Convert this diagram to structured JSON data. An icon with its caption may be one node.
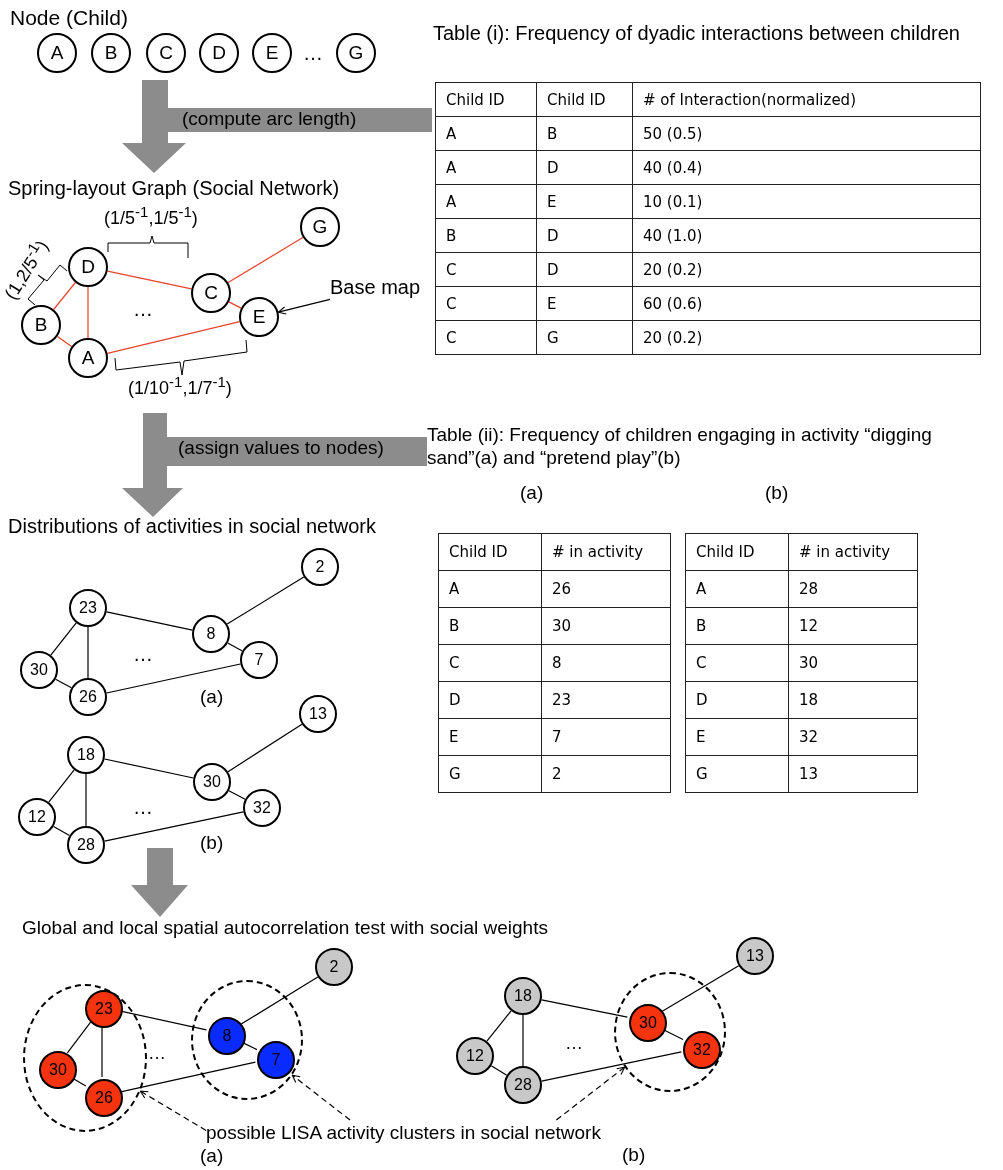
{
  "diagram": {
    "nodes": [
      {
        "text": [
          "A"
        ]
      },
      {
        "text": [
          "B"
        ]
      },
      {
        "text": [
          "C"
        ]
      },
      {
        "text": [
          "D"
        ]
      },
      {
        "text": [
          "E"
        ]
      },
      {
        "text": [
          "G"
        ]
      },
      {
        "text": [
          "D"
        ]
      },
      {
        "text": [
          "B"
        ]
      },
      {
        "text": [
          "A"
        ]
      },
      {
        "text": [
          "C"
        ]
      },
      {
        "text": [
          "E"
        ]
      },
      {
        "text": [
          "G"
        ]
      },
      {
        "text": [
          "Base map"
        ]
      },
      {
        "text": [
          "23"
        ]
      },
      {
        "text": [
          "30"
        ]
      },
      {
        "text": [
          "26"
        ]
      },
      {
        "text": [
          "8"
        ]
      },
      {
        "text": [
          "7"
        ]
      },
      {
        "text": [
          "2"
        ]
      },
      {
        "text": [
          "18"
        ]
      },
      {
        "text": [
          "12"
        ]
      },
      {
        "text": [
          "28"
        ]
      },
      {
        "text": [
          "30"
        ]
      },
      {
        "text": [
          "32"
        ]
      },
      {
        "text": [
          "13"
        ]
      },
      {
        "text": [],
        "shape": "ellipse"
      },
      {
        "text": [
          "23"
        ],
        "in": 25
      },
      {
        "text": [
          "30"
        ],
        "in": 25
      },
      {
        "text": [
          "26"
        ],
        "in": 25
      },
      {
        "text": [],
        "shape": "ellipse"
      },
      {
        "text": [
          "8"
        ],
        "in": 29
      },
      {
        "text": [
          "7"
        ],
        "in": 29
      },
      {
        "text": [
          "2"
        ]
      },
      {
        "text": [
          "18"
        ]
      },
      {
        "text": [
          "12"
        ]
      },
      {
        "text": [
          "28"
        ]
      },
      {
        "text": [],
        "shape": "ellipse"
      },
      {
        "text": [
          "30"
        ],
        "in": 36
      },
      {
        "text": [
          "32"
        ],
        "in": 36
      },
      {
        "text": [
          "13"
        ]
      },
      {
        "text": [
          "possible LISA activity clusters in social network"
        ]
      },
      {
        "text": [
          "(compute arc length)"
        ]
      },
      {
        "text": [
          "(assign values to nodes)"
        ]
      },
      {
        "text": [],
        "shape": "arrow"
      }
    ],
    "edges": [
      {
        "from": 7,
        "to": 6,
        "arrow": "none",
        "color": "#e8432b"
      },
      {
        "from": 7,
        "to": 8,
        "arrow": "none",
        "color": "#e8432b"
      },
      {
        "from": 6,
        "to": 8,
        "arrow": "none",
        "color": "#e8432b"
      },
      {
        "from": 6,
        "to": 9,
        "arrow": "none",
        "color": "#e8432b"
      },
      {
        "from": 9,
        "to": 11,
        "arrow": "none",
        "color": "#e8432b"
      },
      {
        "from": 9,
        "to": 10,
        "arrow": "none",
        "color": "#e8432b"
      },
      {
        "from": 8,
        "to": 10,
        "arrow": "none",
        "color": "#e8432b"
      },
      {
        "from": 12,
        "to": 10,
        "arrow": "to"
      },
      {
        "from": 13,
        "to": 14,
        "arrow": "none"
      },
      {
        "from": 13,
        "to": 15,
        "arrow": "none"
      },
      {
        "from": 14,
        "to": 15,
        "arrow": "none"
      },
      {
        "from": 13,
        "to": 16,
        "arrow": "none"
      },
      {
        "from": 16,
        "to": 18,
        "arrow": "none"
      },
      {
        "from": 16,
        "to": 17,
        "arrow": "none"
      },
      {
        "from": 15,
        "to": 17,
        "arrow": "none"
      },
      {
        "from": 19,
        "to": 20,
        "arrow": "none"
      },
      {
        "from": 19,
        "to": 21,
        "arrow": "none"
      },
      {
        "from": 20,
        "to": 21,
        "arrow": "none"
      },
      {
        "from": 19,
        "to": 22,
        "arrow": "none"
      },
      {
        "from": 22,
        "to": 24,
        "arrow": "none"
      },
      {
        "from": 22,
        "to": 23,
        "arrow": "none"
      },
      {
        "from": 21,
        "to": 23,
        "arrow": "none"
      },
      {
        "from": 26,
        "to": 27,
        "arrow": "none"
      },
      {
        "from": 26,
        "to": 28,
        "arrow": "none"
      },
      {
        "from": 27,
        "to": 28,
        "arrow": "none"
      },
      {
        "from": 26,
        "to": 30,
        "arrow": "none"
      },
      {
        "from": 30,
        "to": 32,
        "arrow": "none"
      },
      {
        "from": 30,
        "to": 31,
        "arrow": "none"
      },
      {
        "from": 28,
        "to": 31,
        "arrow": "none"
      },
      {
        "from": 33,
        "to": 34,
        "arrow": "none"
      },
      {
        "from": 33,
        "to": 35,
        "arrow": "none"
      },
      {
        "from": 34,
        "to": 35,
        "arrow": "none"
      },
      {
        "from": 33,
        "to": 37,
        "arrow": "none"
      },
      {
        "from": 37,
        "to": 39,
        "arrow": "none"
      },
      {
        "from": 37,
        "to": 38,
        "arrow": "none"
      },
      {
        "from": 35,
        "to": 38,
        "arrow": "none"
      },
      {
        "from": 40,
        "to": 25,
        "arrow": "to",
        "style": "dashed"
      },
      {
        "from": 40,
        "to": 29,
        "arrow": "to",
        "style": "dashed"
      },
      {
        "from": 40,
        "to": 36,
        "arrow": "to",
        "style": "dashed"
      }
    ],
    "labels": [
      "Node (Child)",
      "…",
      "Table (i): Frequency of dyadic interactions between children",
      "Child ID",
      "Child ID",
      "# of Interaction(normalized)",
      "A",
      "B",
      "50 (0.5)",
      "A",
      "D",
      "40 (0.4)",
      "A",
      "E",
      "10 (0.1)",
      "B",
      "D",
      "40 (1.0)",
      "C",
      "D",
      "20 (0.2)",
      "C",
      "E",
      "60 (0.6)",
      "C",
      "G",
      "20 (0.2)",
      "Spring-layout Graph (Social Network)",
      "(1/5$^{-1}$,1/5$^{-1}$)",
      "(1,2/5$^{-1}$)",
      "…",
      "(1/10$^{-1}$,1/7$^{-1}$)",
      "Table (ii): Frequency of children engaging in activity “digging sand”(a) and “pretend play”(b)",
      "(a)",
      "(b)",
      "Distributions of activities in social network",
      "Child ID",
      "# in activity",
      "A",
      "26",
      "B",
      "30",
      "C",
      "8",
      "D",
      "23",
      "E",
      "7",
      "G",
      "2",
      "Child ID",
      "# in activity",
      "A",
      "28",
      "B",
      "12",
      "C",
      "30",
      "D",
      "18",
      "E",
      "32",
      "G",
      "13",
      "…",
      "(a)",
      "…",
      "(b)",
      "Global and local spatial autocorrelation test with social weights",
      "…",
      "…",
      "(a)",
      "(b)"
    ]
  }
}
